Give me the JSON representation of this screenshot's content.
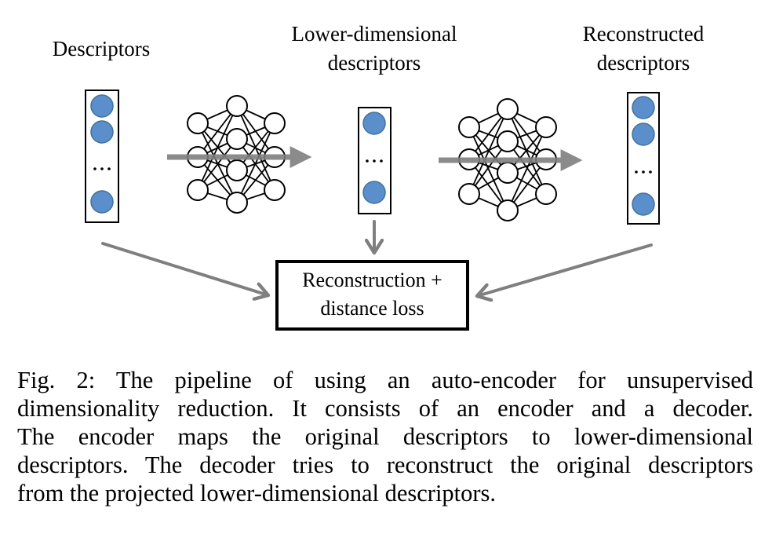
{
  "labels": {
    "input": "Descriptors",
    "latent_line1": "Lower-dimensional",
    "latent_line2": "descriptors",
    "output_line1": "Reconstructed",
    "output_line2": "descriptors",
    "ellipsis": "…"
  },
  "loss_box": {
    "line1": "Reconstruction +",
    "line2": "distance loss"
  },
  "components": {
    "encoder": "encoder",
    "decoder": "decoder"
  },
  "colors": {
    "node_fill": "#5b8fcb",
    "node_stroke": "#41719c",
    "arrow": "#7f7f7f",
    "text": "#000000"
  },
  "caption": {
    "lines": [
      "Fig. 2: The pipeline of using an auto-encoder for unsupervised",
      "dimensionality reduction. It consists of an encoder and a decoder.",
      "The encoder maps the original descriptors to lower-dimensional",
      "descriptors. The decoder tries to reconstruct the original descriptors",
      "from the projected lower-dimensional descriptors."
    ]
  }
}
